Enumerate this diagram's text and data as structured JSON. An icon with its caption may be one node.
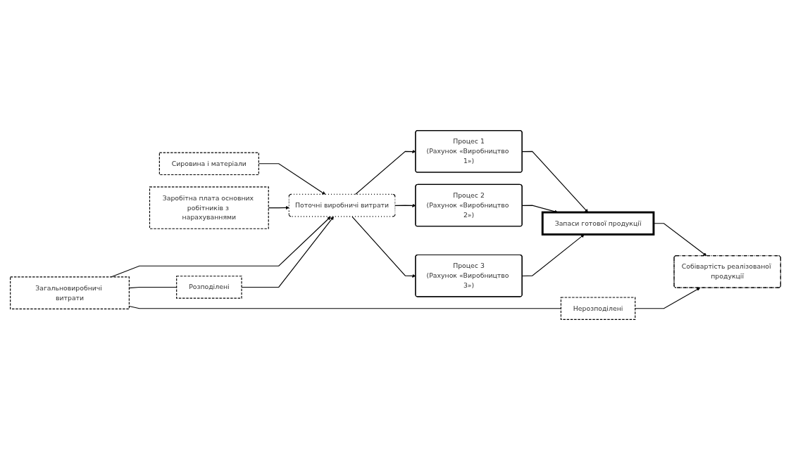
{
  "diagram": {
    "nodes": [
      {
        "text": [
          "Сировина і матеріали"
        ]
      },
      {
        "text": [
          "Заробітна плата основних робітників з нарахуваннями"
        ]
      },
      {
        "text": [
          "Загальновиробничі витрати"
        ]
      },
      {
        "text": [
          "Розподілені"
        ]
      },
      {
        "text": [
          "Нерозподілені"
        ]
      },
      {
        "text": [
          "Поточні виробничі витрати"
        ]
      },
      {
        "text": [
          "Процес 1",
          "(Рахунок «Виробництво 1»)"
        ]
      },
      {
        "text": [
          "Процес 2",
          "(Рахунок «Виробництво 2»)"
        ]
      },
      {
        "text": [
          "Процес 3",
          "(Рахунок «Виробництво 3»)"
        ]
      },
      {
        "text": [
          "Запаси готової продукції"
        ]
      },
      {
        "text": [
          "Собівартість реалізованої продукції"
        ]
      }
    ],
    "edges": [
      {
        "from": 0,
        "to": 5,
        "arrow": "to"
      },
      {
        "from": 1,
        "to": 5,
        "arrow": "to"
      },
      {
        "from": 2,
        "to": 5,
        "arrow": "to"
      },
      {
        "from": 2,
        "to": 3,
        "arrow": "none"
      },
      {
        "from": 2,
        "to": 4,
        "arrow": "none"
      },
      {
        "from": 3,
        "to": 5,
        "arrow": "to"
      },
      {
        "from": 5,
        "to": 6,
        "arrow": "to"
      },
      {
        "from": 5,
        "to": 7,
        "arrow": "to"
      },
      {
        "from": 5,
        "to": 8,
        "arrow": "to"
      },
      {
        "from": 6,
        "to": 9,
        "arrow": "to"
      },
      {
        "from": 7,
        "to": 9,
        "arrow": "to"
      },
      {
        "from": 8,
        "to": 9,
        "arrow": "to"
      },
      {
        "from": 9,
        "to": 10,
        "arrow": "to"
      },
      {
        "from": 4,
        "to": 10,
        "arrow": "to"
      }
    ]
  }
}
